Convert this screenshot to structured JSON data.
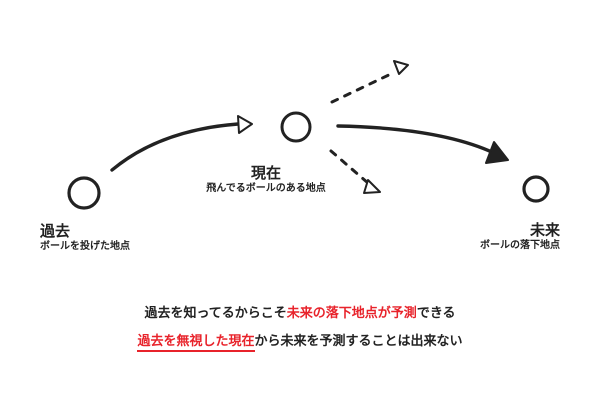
{
  "colors": {
    "ink": "#222222",
    "highlight": "#e8232b",
    "background": "#ffffff"
  },
  "nodes": {
    "past": {
      "title": "過去",
      "subtitle": "ボールを投げた地点"
    },
    "now": {
      "title": "現在",
      "subtitle": "飛んでるボールのある地点"
    },
    "future": {
      "title": "未来",
      "subtitle": "ボールの落下地点"
    }
  },
  "messages": [
    {
      "prefix": "過去を知ってるからこそ",
      "highlight": "未来の落下地点が予測",
      "suffix": "できる"
    },
    {
      "highlight": "過去を無視した現在",
      "suffix": "から未来を予測することは出来ない"
    }
  ]
}
